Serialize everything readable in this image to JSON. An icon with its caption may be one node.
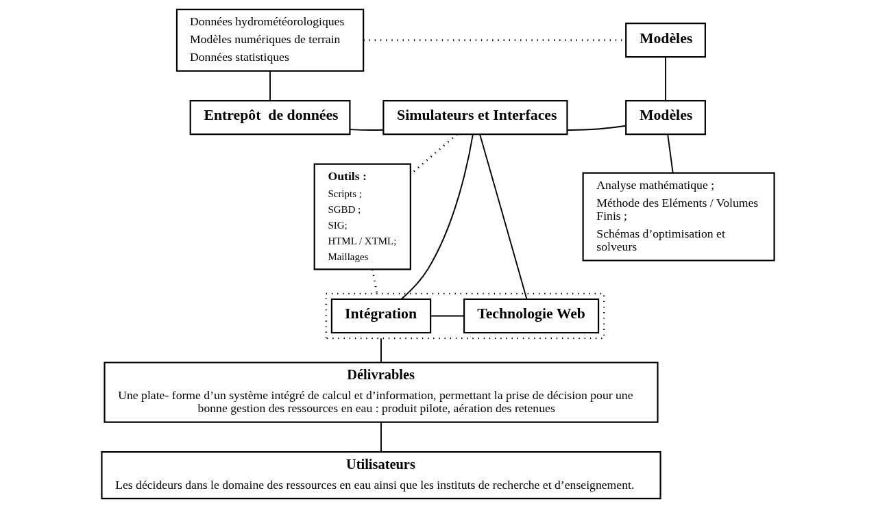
{
  "diagram": {
    "nodes": [
      {
        "text": [
          "Données hydrométéorologiques",
          "Modèles numériques de terrain",
          "Données statistiques"
        ]
      },
      {
        "text": [
          "Modèles"
        ]
      },
      {
        "text": [
          "Entrepôt  de données"
        ]
      },
      {
        "text": [
          "Simulateurs et Interfaces"
        ]
      },
      {
        "text": [
          "Modèles"
        ]
      },
      {
        "text": [
          "Outils :",
          "Scripts ;",
          "SGBD ;",
          "SIG;",
          "HTML / XTML;",
          "Maillages"
        ]
      },
      {
        "text": [
          "Analyse mathématique ;",
          "Méthode des Eléments / Volumes Finis ;",
          "Schémas d’optimisation et solveurs"
        ]
      },
      {
        "text": [],
        "shape": "box"
      },
      {
        "text": [
          "Intégration"
        ],
        "in": 7
      },
      {
        "text": [
          "Technologie Web"
        ],
        "in": 7
      },
      {
        "text": [
          "Délivrables",
          "Une plate- forme d’un système intégré de calcul et d’information, permettant la prise de décision pour une bonne gestion des ressources en eau : produit pilote, aération des retenues"
        ]
      },
      {
        "text": [
          "Utilisateurs",
          "Les décideurs dans le domaine des ressources en eau ainsi que les instituts de recherche et d’enseignement."
        ]
      }
    ],
    "edges": [
      {
        "from": 0,
        "to": 1,
        "arrow": "none",
        "style": "dashed"
      },
      {
        "from": 0,
        "to": 2,
        "arrow": "none"
      },
      {
        "from": 2,
        "to": 3,
        "arrow": "none"
      },
      {
        "from": 3,
        "to": 4,
        "arrow": "none"
      },
      {
        "from": 1,
        "to": 4,
        "arrow": "none"
      },
      {
        "from": 4,
        "to": 6,
        "arrow": "none"
      },
      {
        "from": 3,
        "to": 5,
        "arrow": "none",
        "style": "dashed"
      },
      {
        "from": 5,
        "to": 7,
        "arrow": "none",
        "style": "dashed"
      },
      {
        "from": 8,
        "to": 9,
        "arrow": "none"
      },
      {
        "from": 3,
        "to": 8,
        "arrow": "none"
      },
      {
        "from": 3,
        "to": 9,
        "arrow": "none"
      },
      {
        "from": 7,
        "to": 10,
        "arrow": "none"
      },
      {
        "from": 10,
        "to": 11,
        "arrow": "none"
      }
    ]
  }
}
